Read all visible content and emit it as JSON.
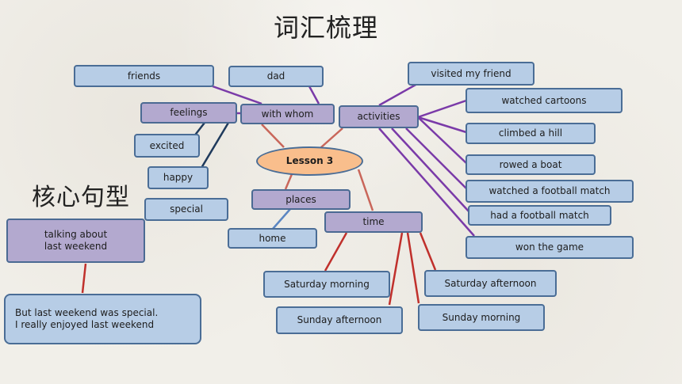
{
  "headings": {
    "vocab": "词汇梳理",
    "sentences": "核心句型"
  },
  "center": "Lesson 3",
  "branches": {
    "with_whom": "with whom",
    "activities": "activities",
    "places": "places",
    "time": "time",
    "feelings": "feelings"
  },
  "with_whom_items": [
    "friends",
    "dad"
  ],
  "feelings_items": [
    "excited",
    "happy",
    "special"
  ],
  "activities_items": [
    "visited my friend",
    "watched cartoons",
    "climbed a hill",
    "rowed a boat",
    "watched a football match",
    "had a football match",
    "won the game"
  ],
  "places_items": [
    "home"
  ],
  "time_items": [
    "Saturday morning",
    "Sunday afternoon",
    "Sunday morning",
    "Saturday afternoon"
  ],
  "sentence_topic": "talking about\nlast weekend",
  "sentence_example": "But last weekend was special.\nI really enjoyed last weekend",
  "colors": {
    "background": "#f1efe9",
    "box_blue": "#b7cde6",
    "box_purple": "#b3a9cf",
    "center_orange": "#f9be8c",
    "line_purple": "#7a3aa8",
    "line_navy": "#1f3a5c",
    "line_red": "#c0302c",
    "line_salmon": "#c9665a",
    "line_steel": "#5b86c2"
  }
}
